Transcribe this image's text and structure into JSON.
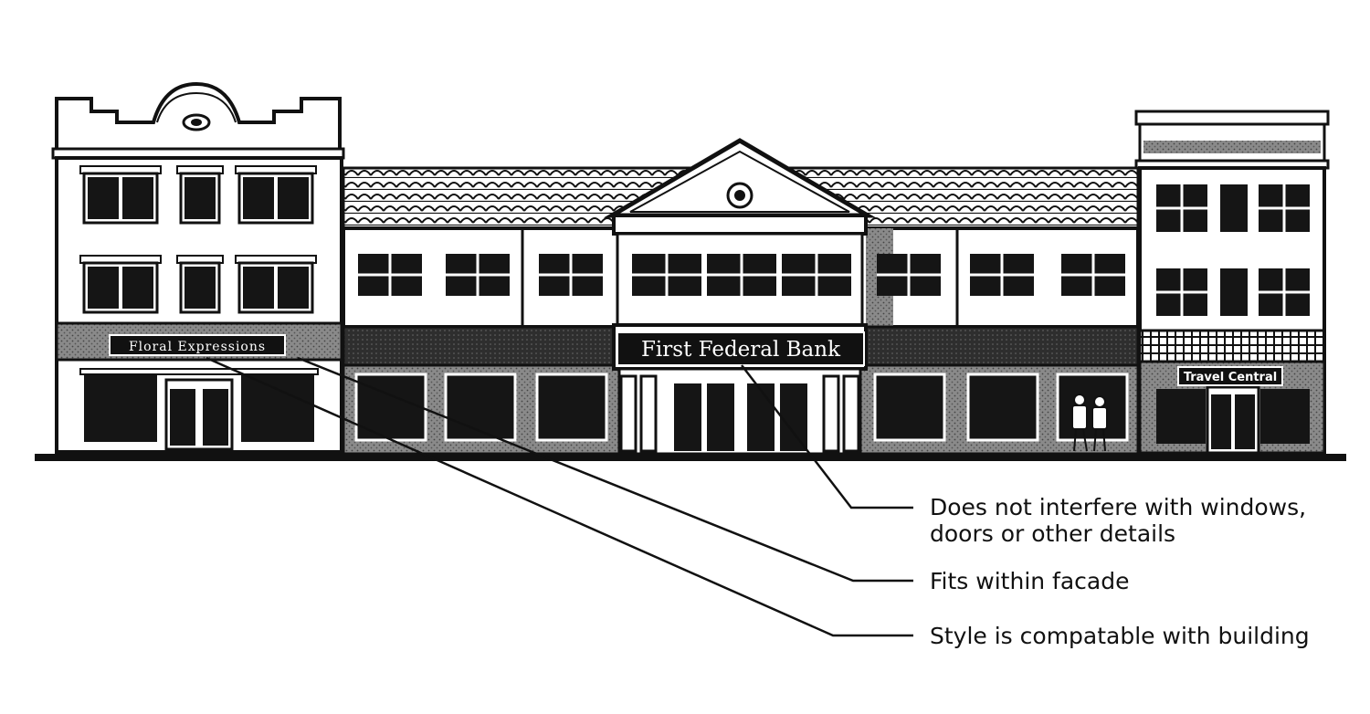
{
  "signs": {
    "floral": "Floral Expressions",
    "bank": "First Federal Bank",
    "travel": "Travel Central"
  },
  "callouts": {
    "interfere_line1": "Does not interfere with windows,",
    "interfere_line2": "doors or other details",
    "fits": "Fits within facade",
    "style": "Style is compatable with building"
  },
  "colors": {
    "ink": "#111111",
    "paper": "#ffffff",
    "awning": "#3a3a3a"
  }
}
